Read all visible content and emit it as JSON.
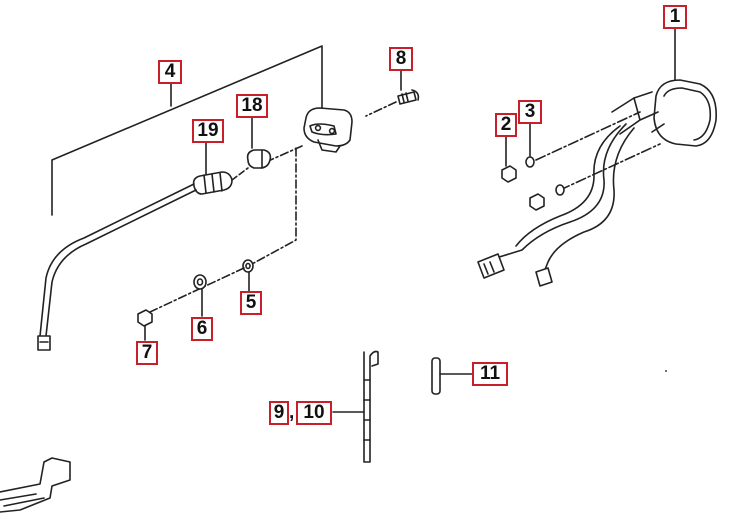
{
  "callouts": {
    "c1": "1",
    "c2": "2",
    "c3": "3",
    "c4": "4",
    "c5": "5",
    "c6": "6",
    "c7": "7",
    "c8": "8",
    "c9": "9",
    "c10": "10",
    "c11": "11",
    "c18": "18",
    "c19": "19"
  },
  "separator": ",",
  "colors": {
    "callout_border": "#c8202a",
    "line": "#222222"
  }
}
